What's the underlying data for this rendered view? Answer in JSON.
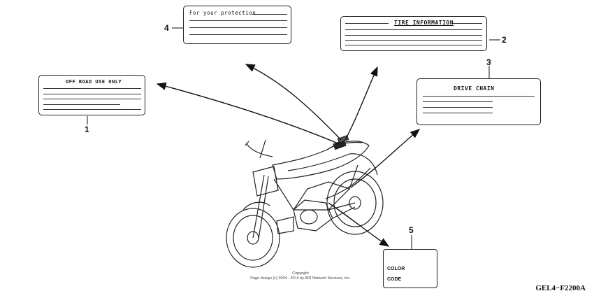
{
  "labels": {
    "off_road": {
      "callout": "1",
      "title": "OFF ROAD USE ONLY"
    },
    "tire": {
      "callout": "2",
      "title": "TIRE INFORMATION"
    },
    "drive_chain": {
      "callout": "3",
      "title": "DRIVE CHAIN"
    },
    "protection": {
      "callout": "4",
      "title": "For your protection"
    },
    "color_code": {
      "callout": "5",
      "line1": "COLOR",
      "line2": "CODE"
    }
  },
  "footer": {
    "copyright_line1": "Copyright",
    "copyright_line2": "Page design (c) 2004 - 2014 by ARI Network Services, Inc.",
    "diagram_code": "GEL4−F2200A"
  }
}
